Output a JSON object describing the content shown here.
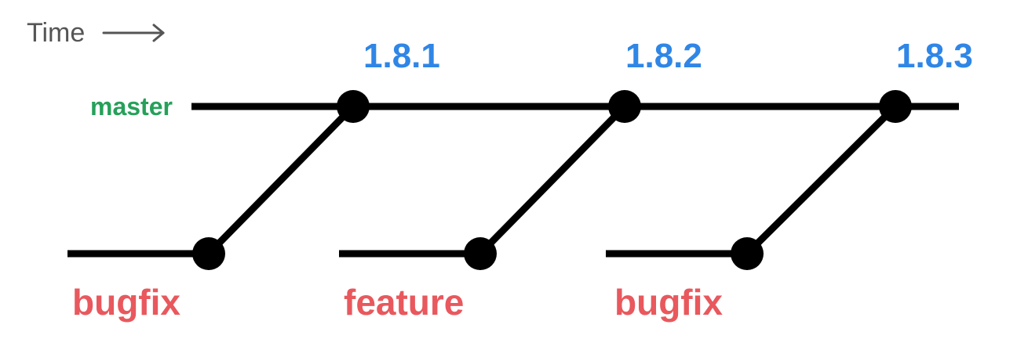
{
  "time": {
    "label": "Time"
  },
  "colors": {
    "line": "#000000",
    "time": "#555555",
    "version": "#2f86e6",
    "master": "#26a05a",
    "branch": "#e8585d"
  },
  "master": {
    "label": "master"
  },
  "releases": [
    {
      "version": "1.8.1",
      "branch": "bugfix"
    },
    {
      "version": "1.8.2",
      "branch": "feature"
    },
    {
      "version": "1.8.3",
      "branch": "bugfix"
    }
  ]
}
